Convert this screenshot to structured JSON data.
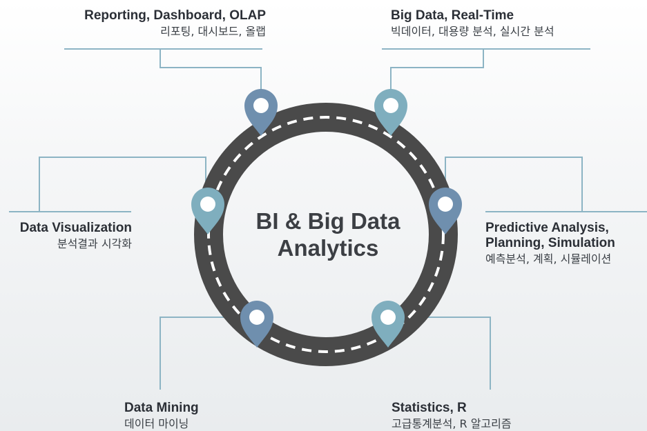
{
  "center": {
    "title_line1": "BI & Big Data",
    "title_line2": "Analytics"
  },
  "nodes": [
    {
      "id": "reporting",
      "title": "Reporting, Dashboard, OLAP",
      "subtitle": "리포팅, 대시보드, 올랩"
    },
    {
      "id": "bigdata",
      "title": "Big Data, Real-Time",
      "subtitle": "빅데이터, 대용량 분석, 실시간 분석"
    },
    {
      "id": "visualization",
      "title": "Data Visualization",
      "subtitle": "분석결과 시각화"
    },
    {
      "id": "predictive",
      "title_line1": "Predictive Analysis,",
      "title_line2": "Planning, Simulation",
      "subtitle": "예측분석, 계획, 시뮬레이션"
    },
    {
      "id": "mining",
      "title": "Data Mining",
      "subtitle": "데이터 마이닝"
    },
    {
      "id": "statistics",
      "title": "Statistics, R",
      "subtitle": "고급통계분석, R 알고리즘"
    }
  ],
  "colors": {
    "road": "#4a4a4a",
    "dash": "#ffffff",
    "pin_blue": "#6f8fae",
    "pin_teal": "#7faebe",
    "connector": "#8cb4c4"
  }
}
